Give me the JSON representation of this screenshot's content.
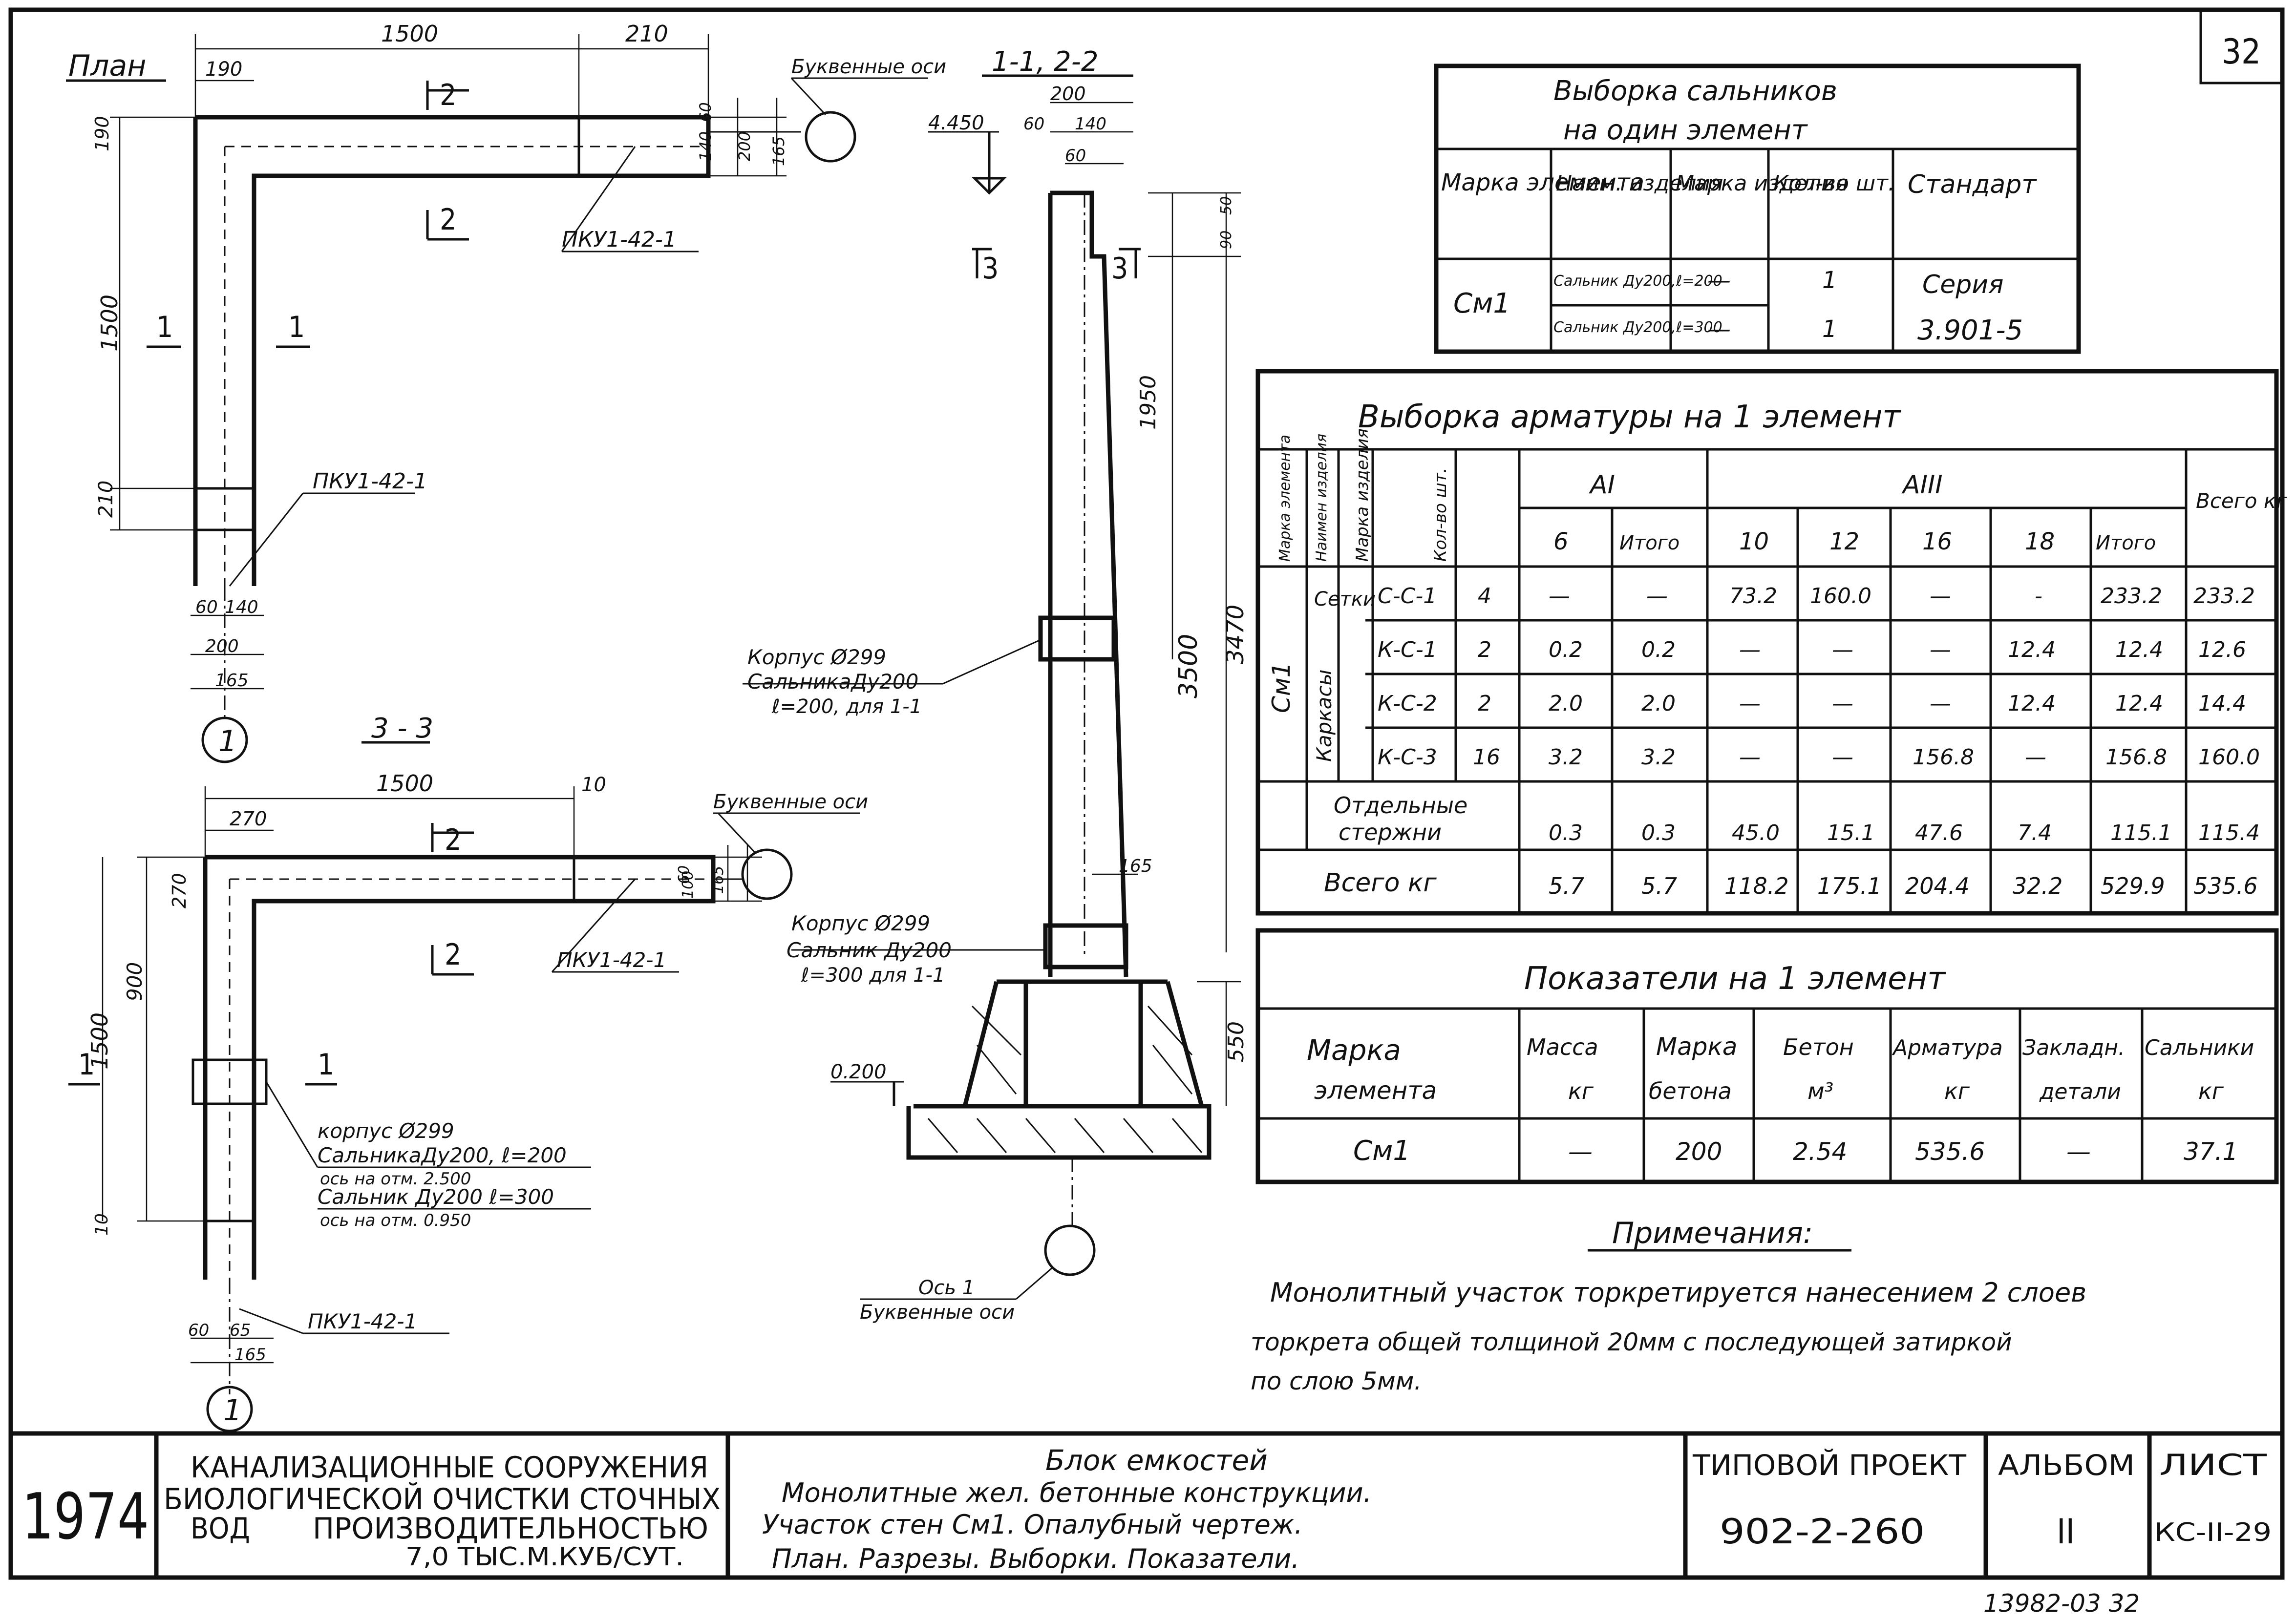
{
  "sheet_no": "32",
  "plan": {
    "title": "План",
    "dims": [
      "1500",
      "210",
      "190",
      "190",
      "1500",
      "210",
      "60",
      "140",
      "200",
      "165",
      "140",
      "60",
      "200",
      "165"
    ],
    "section_marks": [
      "2",
      "2",
      "1",
      "1"
    ],
    "label_pku_top": "ПКУ1-42-1",
    "label_pku_left": "ПКУ1-42-1",
    "axis_label": "Буквенные оси",
    "axis_num": "1"
  },
  "section33": {
    "title": "3 - 3",
    "dims": [
      "1500",
      "10",
      "270",
      "270",
      "900",
      "1500",
      "60",
      "100",
      "165",
      "10",
      "60",
      "65",
      "165"
    ],
    "section_marks": [
      "2",
      "2",
      "1",
      "1"
    ],
    "label_pku_right": "ПКУ1-42-1",
    "label_pku_bottom": "ПКУ1-42-1",
    "axis_label": "Буквенные оси",
    "korpus_title": "корпус Ø299",
    "korpus_line1": "СальникаДу200, ℓ=200",
    "korpus_line2": "ось на отм. 2.500",
    "korpus_line3": "Сальник Ду200 ℓ=300",
    "korpus_line4": "ось на отм. 0.950",
    "axis_num": "1"
  },
  "section11": {
    "title": "1-1, 2-2",
    "dims": [
      "200",
      "60",
      "140",
      "60",
      "50",
      "90",
      "1950",
      "3470",
      "3500",
      "165",
      "550"
    ],
    "elev_top": "4.450",
    "elev_bottom": "0.200",
    "section_marks": [
      "3",
      "3"
    ],
    "korpus1_title": "Корпус Ø299",
    "korpus1_line1": "СальникаДу200",
    "korpus1_line2": "ℓ=200, для 1-1",
    "korpus2_title": "Корпус Ø299",
    "korpus2_line1": "Сальник Ду200",
    "korpus2_line2": "ℓ=300 для 1-1",
    "axis_label_1": "Ось 1",
    "axis_label_2": "Буквенные оси"
  },
  "seals_table": {
    "title_1": "Выборка сальников",
    "title_2": "на один элемент",
    "headers": [
      "Марка элемента",
      "Наим. изделия",
      "Марка изделия",
      "Кол-во шт.",
      "Стандарт"
    ],
    "mark": "См1",
    "rows": [
      {
        "name": "Сальник Ду200,ℓ=200",
        "mark": "—",
        "qty": "1"
      },
      {
        "name": "Сальник Ду200,ℓ=300",
        "mark": "—",
        "qty": "1"
      }
    ],
    "standard_1": "Серия",
    "standard_2": "3.901-5"
  },
  "rebar_table": {
    "title": "Выборка арматуры на 1 элемент",
    "head_vert": [
      "Марка элемента",
      "Наимен изделия",
      "Марка изделия",
      "Кол-во шт."
    ],
    "group_a1": "АI",
    "group_a3": "АIII",
    "total_head": "Всего кг",
    "sub_headers": [
      "6",
      "Итого",
      "10",
      "12",
      "16",
      "18",
      "Итого"
    ],
    "element": "См1",
    "cat_setki": "Сетки",
    "cat_karkasy": "Каркасы",
    "rows": [
      {
        "mark": "С-С-1",
        "qty": "4",
        "c6": "—",
        "it1": "—",
        "c10": "73.2",
        "c12": "160.0",
        "c16": "—",
        "c18": "-",
        "it3": "233.2",
        "total": "233.2"
      },
      {
        "mark": "К-С-1",
        "qty": "2",
        "c6": "0.2",
        "it1": "0.2",
        "c10": "—",
        "c12": "—",
        "c16": "—",
        "c18": "12.4",
        "it3": "12.4",
        "total": "12.6"
      },
      {
        "mark": "К-С-2",
        "qty": "2",
        "c6": "2.0",
        "it1": "2.0",
        "c10": "—",
        "c12": "—",
        "c16": "—",
        "c18": "12.4",
        "it3": "12.4",
        "total": "14.4"
      },
      {
        "mark": "К-С-3",
        "qty": "16",
        "c6": "3.2",
        "it1": "3.2",
        "c10": "—",
        "c12": "—",
        "c16": "156.8",
        "c18": "—",
        "it3": "156.8",
        "total": "160.0"
      }
    ],
    "separate_label_1": "Отдельные",
    "separate_label_2": "стержни",
    "separate": {
      "c6": "0.3",
      "it1": "0.3",
      "c10": "45.0",
      "c12": "15.1",
      "c16": "47.6",
      "c18": "7.4",
      "it3": "115.1",
      "total": "115.4"
    },
    "total_label": "Всего кг",
    "total": {
      "c6": "5.7",
      "it1": "5.7",
      "c10": "118.2",
      "c12": "175.1",
      "c16": "204.4",
      "c18": "32.2",
      "it3": "529.9",
      "total": "535.6"
    }
  },
  "indicators_table": {
    "title": "Показатели на 1 элемент",
    "headers": [
      [
        "Марка",
        "элемента"
      ],
      [
        "Масса",
        "кг"
      ],
      [
        "Марка",
        "бетона"
      ],
      [
        "Бетон",
        "м³"
      ],
      [
        "Арматура",
        "кг"
      ],
      [
        "Закладн.",
        "детали"
      ],
      [
        "Сальники",
        "кг"
      ]
    ],
    "row": [
      "См1",
      "—",
      "200",
      "2.54",
      "535.6",
      "—",
      "37.1"
    ]
  },
  "notes": {
    "title": "Примечания:",
    "line1": "Монолитный участок торкретируется нанесением 2 слоев",
    "line2": "торкрета общей толщиной 20мм с последующей затиркой",
    "line3": "по слою 5мм."
  },
  "title_block": {
    "year": "1974",
    "org_1": "КАНАЛИЗАЦИОННЫЕ СООРУЖЕНИЯ",
    "org_2": "БИОЛОГИЧЕСКОЙ ОЧИСТКИ СТОЧНЫХ",
    "org_3a": "ВОД",
    "org_3b": "ПРОИЗВОДИТЕЛЬНОСТЬЮ",
    "org_4": "7,0 ТЫС.М.КУБ/СУТ.",
    "desc_1": "Блок емкостей",
    "desc_2": "Монолитные жел. бетонные конструкции.",
    "desc_3": "Участок стен См1. Опалубный чертеж.",
    "desc_4": "План. Разрезы. Выборки. Показатели.",
    "project_label": "ТИПОВОЙ ПРОЕКТ",
    "project_no": "902-2-260",
    "album_label": "АЛЬБОМ",
    "album_no": "II",
    "sheet_label": "ЛИСТ",
    "sheet_code": "КС-II-29"
  },
  "footer_code": "13982-03   32"
}
